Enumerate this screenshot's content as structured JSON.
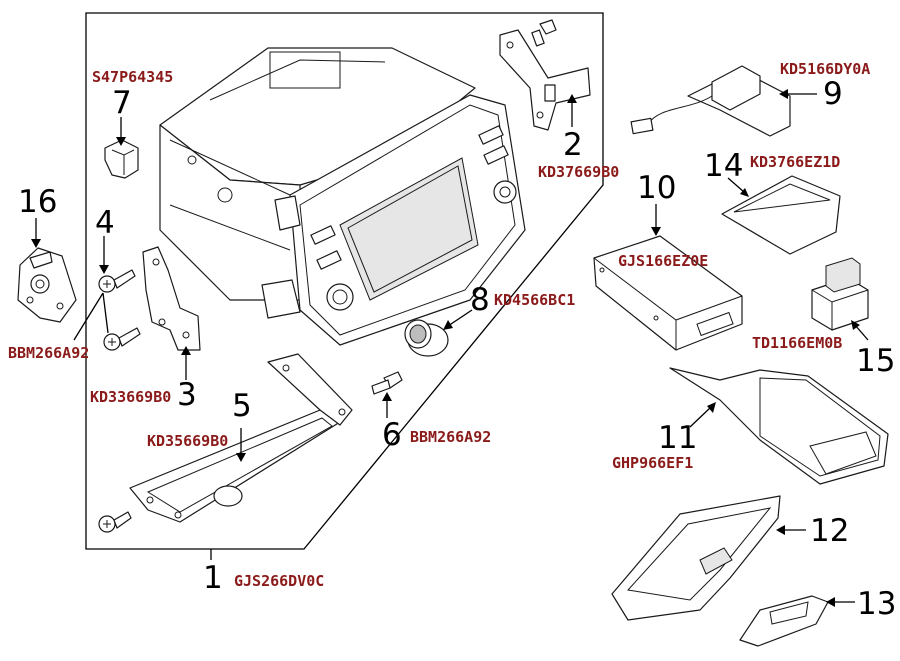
{
  "colors": {
    "part_number": "#8b1a1a",
    "line": "#000000"
  },
  "callouts": [
    {
      "num": "1",
      "part": "GJS266DV0C"
    },
    {
      "num": "2",
      "part": "KD37669B0"
    },
    {
      "num": "3",
      "part": "KD33669B0"
    },
    {
      "num": "4",
      "part": "BBM266A92"
    },
    {
      "num": "5",
      "part": "KD35669B0"
    },
    {
      "num": "6",
      "part": "BBM266A92"
    },
    {
      "num": "7",
      "part": "S47P64345"
    },
    {
      "num": "8",
      "part": "KD4566BC1"
    },
    {
      "num": "9",
      "part": "KD5166DY0A"
    },
    {
      "num": "10",
      "part": "GJS166EZ0E"
    },
    {
      "num": "11",
      "part": "GHP966EF1"
    },
    {
      "num": "12",
      "part": ""
    },
    {
      "num": "13",
      "part": ""
    },
    {
      "num": "14",
      "part": "KD3766EZ1D"
    },
    {
      "num": "15",
      "part": "TD1166EM0B"
    },
    {
      "num": "16",
      "part": ""
    }
  ]
}
